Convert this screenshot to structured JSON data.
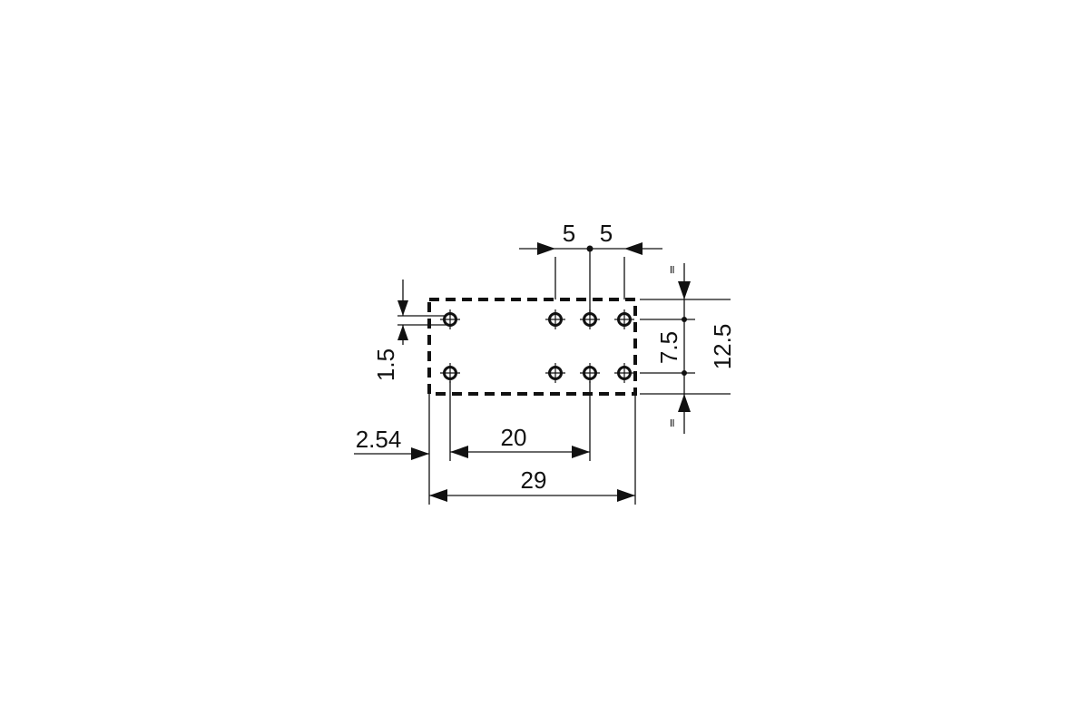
{
  "dimensions": {
    "pitch_left": "5",
    "pitch_right": "5",
    "pin_offset_top": "1.5",
    "edge_offset": "2.54",
    "pin_span": "20",
    "overall_length": "29",
    "row_spacing": "7.5",
    "overall_width": "12.5",
    "equal_mark_top": "=",
    "equal_mark_bottom": "="
  },
  "pins": {
    "top_row_count": 4,
    "bottom_row_count": 4
  },
  "colors": {
    "ink": "#111111",
    "background": "#ffffff"
  }
}
